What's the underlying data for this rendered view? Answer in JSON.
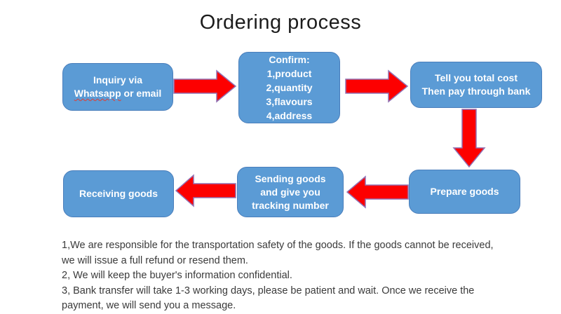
{
  "title": "Ordering process",
  "colors": {
    "box_fill": "#5b9bd5",
    "box_border": "#4a7ebb",
    "box_text": "#ffffff",
    "arrow_fill": "#fd0000",
    "arrow_outline": "#9272b4",
    "squiggle": "#e03c31",
    "note_color": "#3a3a3a"
  },
  "flow": {
    "inquiry": {
      "line1": "Inquiry via",
      "misspelled_word": "Whatsapp",
      "line2_rest": " or email"
    },
    "confirm": {
      "heading": "Confirm:",
      "item1": "1,product",
      "item2": "2,quantity",
      "item3": "3,flavours",
      "item4": "4,address"
    },
    "totalcost": {
      "line1": "Tell you total cost",
      "line2": "Then pay through bank"
    },
    "prepare": {
      "line1": "Prepare goods"
    },
    "sending": {
      "line1": "Sending goods",
      "line2": "and give you",
      "line3": "tracking number"
    },
    "receiving": {
      "line1": "Receiving goods"
    }
  },
  "notes": [
    "1,We are responsible for the transportation safety of the goods. If the goods cannot be received,\nwe will issue a full refund or resend them.",
    "2, We will keep the buyer's information confidential.",
    "3, Bank transfer will take 1-3 working days, please be patient and wait. Once we receive the\npayment, we will send you a message."
  ]
}
